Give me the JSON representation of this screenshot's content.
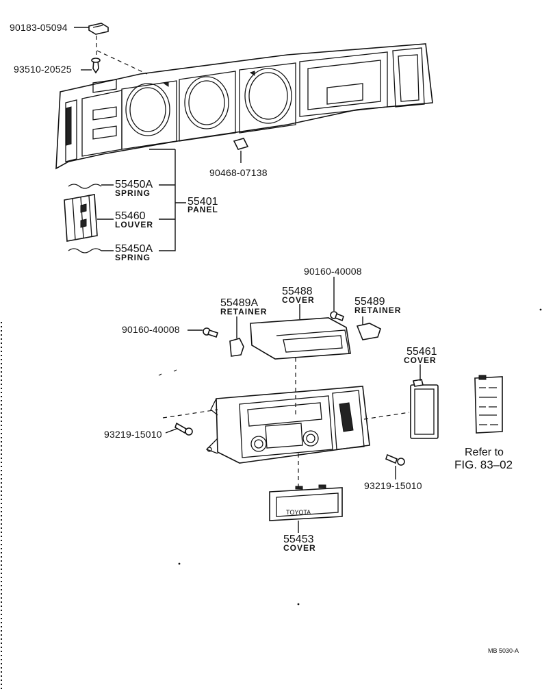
{
  "parts": {
    "p90183": "90183-05094",
    "p93510": "93510-20525",
    "p90468": "90468-07138",
    "p55450a_top": "55450A",
    "p55450a_top_sub": "SPRING",
    "p55460": "55460",
    "p55460_sub": "LOUVER",
    "p55450a_bot": "55450A",
    "p55450a_bot_sub": "SPRING",
    "p55401": "55401",
    "p55401_sub": "PANEL",
    "p90160_top": "90160-40008",
    "p55488": "55488",
    "p55488_sub": "COVER",
    "p55489a": "55489A",
    "p55489a_sub": "RETAINER",
    "p55489": "55489",
    "p55489_sub": "RETAINER",
    "p90160_left": "90160-40008",
    "p55461": "55461",
    "p55461_sub": "COVER",
    "p93219_left": "93219-15010",
    "p93219_right": "93219-15010",
    "p55453": "55453",
    "p55453_sub": "COVER"
  },
  "refer": {
    "line1": "Refer to",
    "line2": "FIG. 83–02"
  },
  "stamp": {
    "toyota": "TOYOTA"
  },
  "figure_code": "MB 5030-A"
}
